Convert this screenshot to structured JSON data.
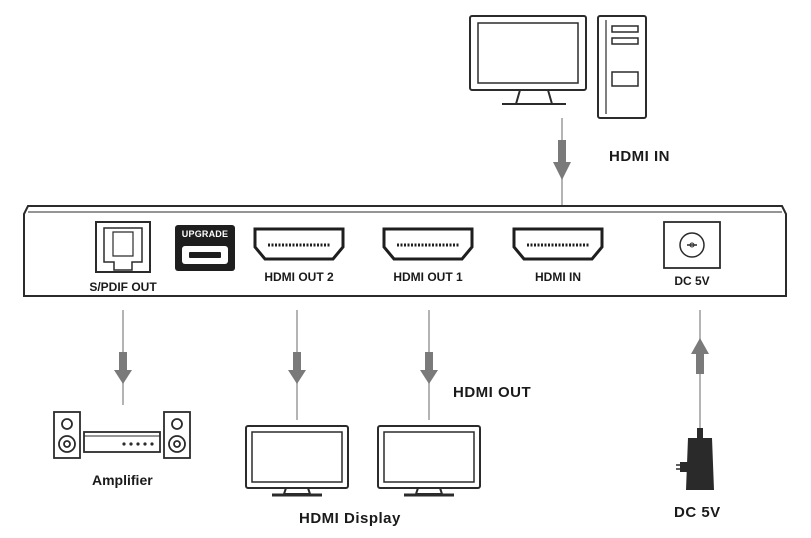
{
  "device": {
    "ports": {
      "spdif_out": "S/PDIF OUT",
      "upgrade_badge": "UPGRADE",
      "hdmi_out_2": "HDMI OUT 2",
      "hdmi_out_1": "HDMI OUT 1",
      "hdmi_in": "HDMI IN",
      "dc_5v": "DC 5V"
    }
  },
  "labels": {
    "hdmi_in_source": "HDMI IN",
    "hdmi_out": "HDMI OUT",
    "amplifier": "Amplifier",
    "hdmi_display": "HDMI Display",
    "dc_5v_power": "DC 5V"
  },
  "colors": {
    "line": "#2b2b2b",
    "arrow": "#7a7a7a",
    "connector_line": "#9a9a9a",
    "device_fill": "#ffffff",
    "adapter": "#2a2a2a"
  }
}
